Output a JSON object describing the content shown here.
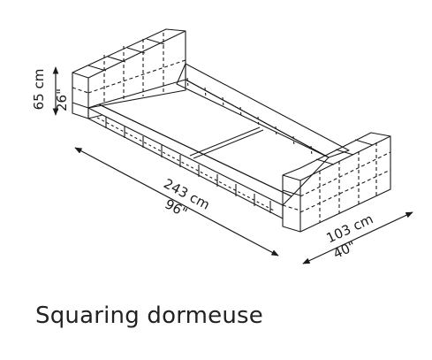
{
  "product": {
    "name": "Squaring dormeuse"
  },
  "dimensions": {
    "height_cm": "65 cm",
    "height_in": "26\"",
    "length_cm": "243 cm",
    "length_in": "96\"",
    "depth_cm": "103 cm",
    "depth_in": "40\""
  }
}
